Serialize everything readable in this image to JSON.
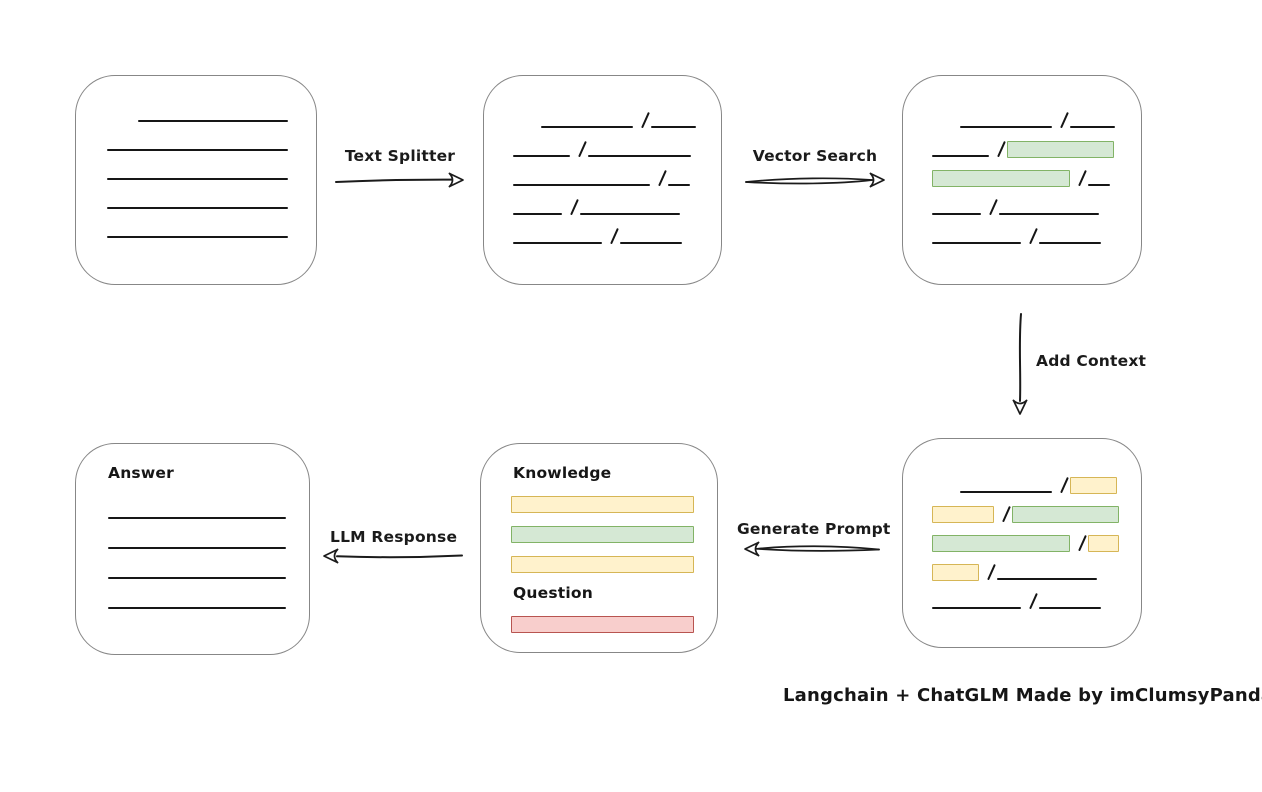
{
  "caption": "Langchain + ChatGLM Made by imClumsyPanda",
  "colors": {
    "green_fill": "#d5e8d4",
    "green_stroke": "#82b366",
    "yellow_fill": "#fff2cc",
    "yellow_stroke": "#d6b656",
    "red_fill": "#f8cecc",
    "red_stroke": "#b85450",
    "box_stroke": "#878787",
    "ink": "#161616"
  },
  "arrows": {
    "text_splitter": {
      "label": "Text Splitter"
    },
    "vector_search": {
      "label": "Vector Search"
    },
    "add_context": {
      "label": "Add Context"
    },
    "generate_prompt": {
      "label": "Generate Prompt"
    },
    "llm_response": {
      "label": "LLM Response"
    }
  },
  "boxes": {
    "document": {
      "rows": [
        {
          "indent": 62,
          "segs": [
            {
              "t": "line",
              "w": 150
            }
          ]
        },
        {
          "indent": 31,
          "segs": [
            {
              "t": "line",
              "w": 181
            }
          ]
        },
        {
          "indent": 31,
          "segs": [
            {
              "t": "line",
              "w": 181
            }
          ]
        },
        {
          "indent": 31,
          "segs": [
            {
              "t": "line",
              "w": 181
            }
          ]
        },
        {
          "indent": 31,
          "segs": [
            {
              "t": "line",
              "w": 181
            }
          ]
        }
      ]
    },
    "split_text": {
      "rows": [
        {
          "indent": 57,
          "segs": [
            {
              "t": "line",
              "w": 92
            },
            {
              "t": "slash"
            },
            {
              "t": "line",
              "w": 45
            }
          ]
        },
        {
          "indent": 29,
          "segs": [
            {
              "t": "line",
              "w": 57
            },
            {
              "t": "slash"
            },
            {
              "t": "line",
              "w": 103
            }
          ]
        },
        {
          "indent": 29,
          "segs": [
            {
              "t": "line",
              "w": 137
            },
            {
              "t": "slash"
            },
            {
              "t": "line",
              "w": 22
            }
          ]
        },
        {
          "indent": 29,
          "segs": [
            {
              "t": "line",
              "w": 49
            },
            {
              "t": "slash"
            },
            {
              "t": "line",
              "w": 100
            }
          ]
        },
        {
          "indent": 29,
          "segs": [
            {
              "t": "line",
              "w": 89
            },
            {
              "t": "slash"
            },
            {
              "t": "line",
              "w": 62
            }
          ]
        }
      ]
    },
    "vector_matched": {
      "rows": [
        {
          "indent": 57,
          "segs": [
            {
              "t": "line",
              "w": 92
            },
            {
              "t": "slash"
            },
            {
              "t": "line",
              "w": 45
            }
          ]
        },
        {
          "indent": 29,
          "segs": [
            {
              "t": "line",
              "w": 57
            },
            {
              "t": "slash"
            },
            {
              "t": "green",
              "w": 107
            }
          ]
        },
        {
          "indent": 29,
          "segs": [
            {
              "t": "green",
              "w": 138
            },
            {
              "t": "slash"
            },
            {
              "t": "line",
              "w": 22
            }
          ]
        },
        {
          "indent": 29,
          "segs": [
            {
              "t": "line",
              "w": 49
            },
            {
              "t": "slash"
            },
            {
              "t": "line",
              "w": 100
            }
          ]
        },
        {
          "indent": 29,
          "segs": [
            {
              "t": "line",
              "w": 89
            },
            {
              "t": "slash"
            },
            {
              "t": "line",
              "w": 62
            }
          ]
        }
      ]
    },
    "context_added": {
      "rows": [
        {
          "indent": 57,
          "segs": [
            {
              "t": "line",
              "w": 92
            },
            {
              "t": "slash"
            },
            {
              "t": "yellow",
              "w": 47
            }
          ]
        },
        {
          "indent": 29,
          "segs": [
            {
              "t": "yellow",
              "w": 62
            },
            {
              "t": "slash"
            },
            {
              "t": "green",
              "w": 107
            }
          ]
        },
        {
          "indent": 29,
          "segs": [
            {
              "t": "green",
              "w": 138
            },
            {
              "t": "slash"
            },
            {
              "t": "yellow",
              "w": 31
            }
          ]
        },
        {
          "indent": 29,
          "segs": [
            {
              "t": "yellow",
              "w": 47
            },
            {
              "t": "slash"
            },
            {
              "t": "line",
              "w": 100
            }
          ]
        },
        {
          "indent": 29,
          "segs": [
            {
              "t": "line",
              "w": 89
            },
            {
              "t": "slash"
            },
            {
              "t": "line",
              "w": 62
            }
          ]
        }
      ]
    },
    "prompt": {
      "knowledge_label": "Knowledge",
      "question_label": "Question",
      "knowledge_bars": [
        "yellow",
        "green",
        "yellow"
      ],
      "question_bars": [
        "red"
      ]
    },
    "answer": {
      "label": "Answer",
      "rows": [
        {
          "indent": 32,
          "segs": [
            {
              "t": "line",
              "w": 178
            }
          ]
        },
        {
          "indent": 32,
          "segs": [
            {
              "t": "line",
              "w": 178
            }
          ]
        },
        {
          "indent": 32,
          "segs": [
            {
              "t": "line",
              "w": 178
            }
          ]
        },
        {
          "indent": 32,
          "segs": [
            {
              "t": "line",
              "w": 178
            }
          ]
        }
      ]
    }
  }
}
